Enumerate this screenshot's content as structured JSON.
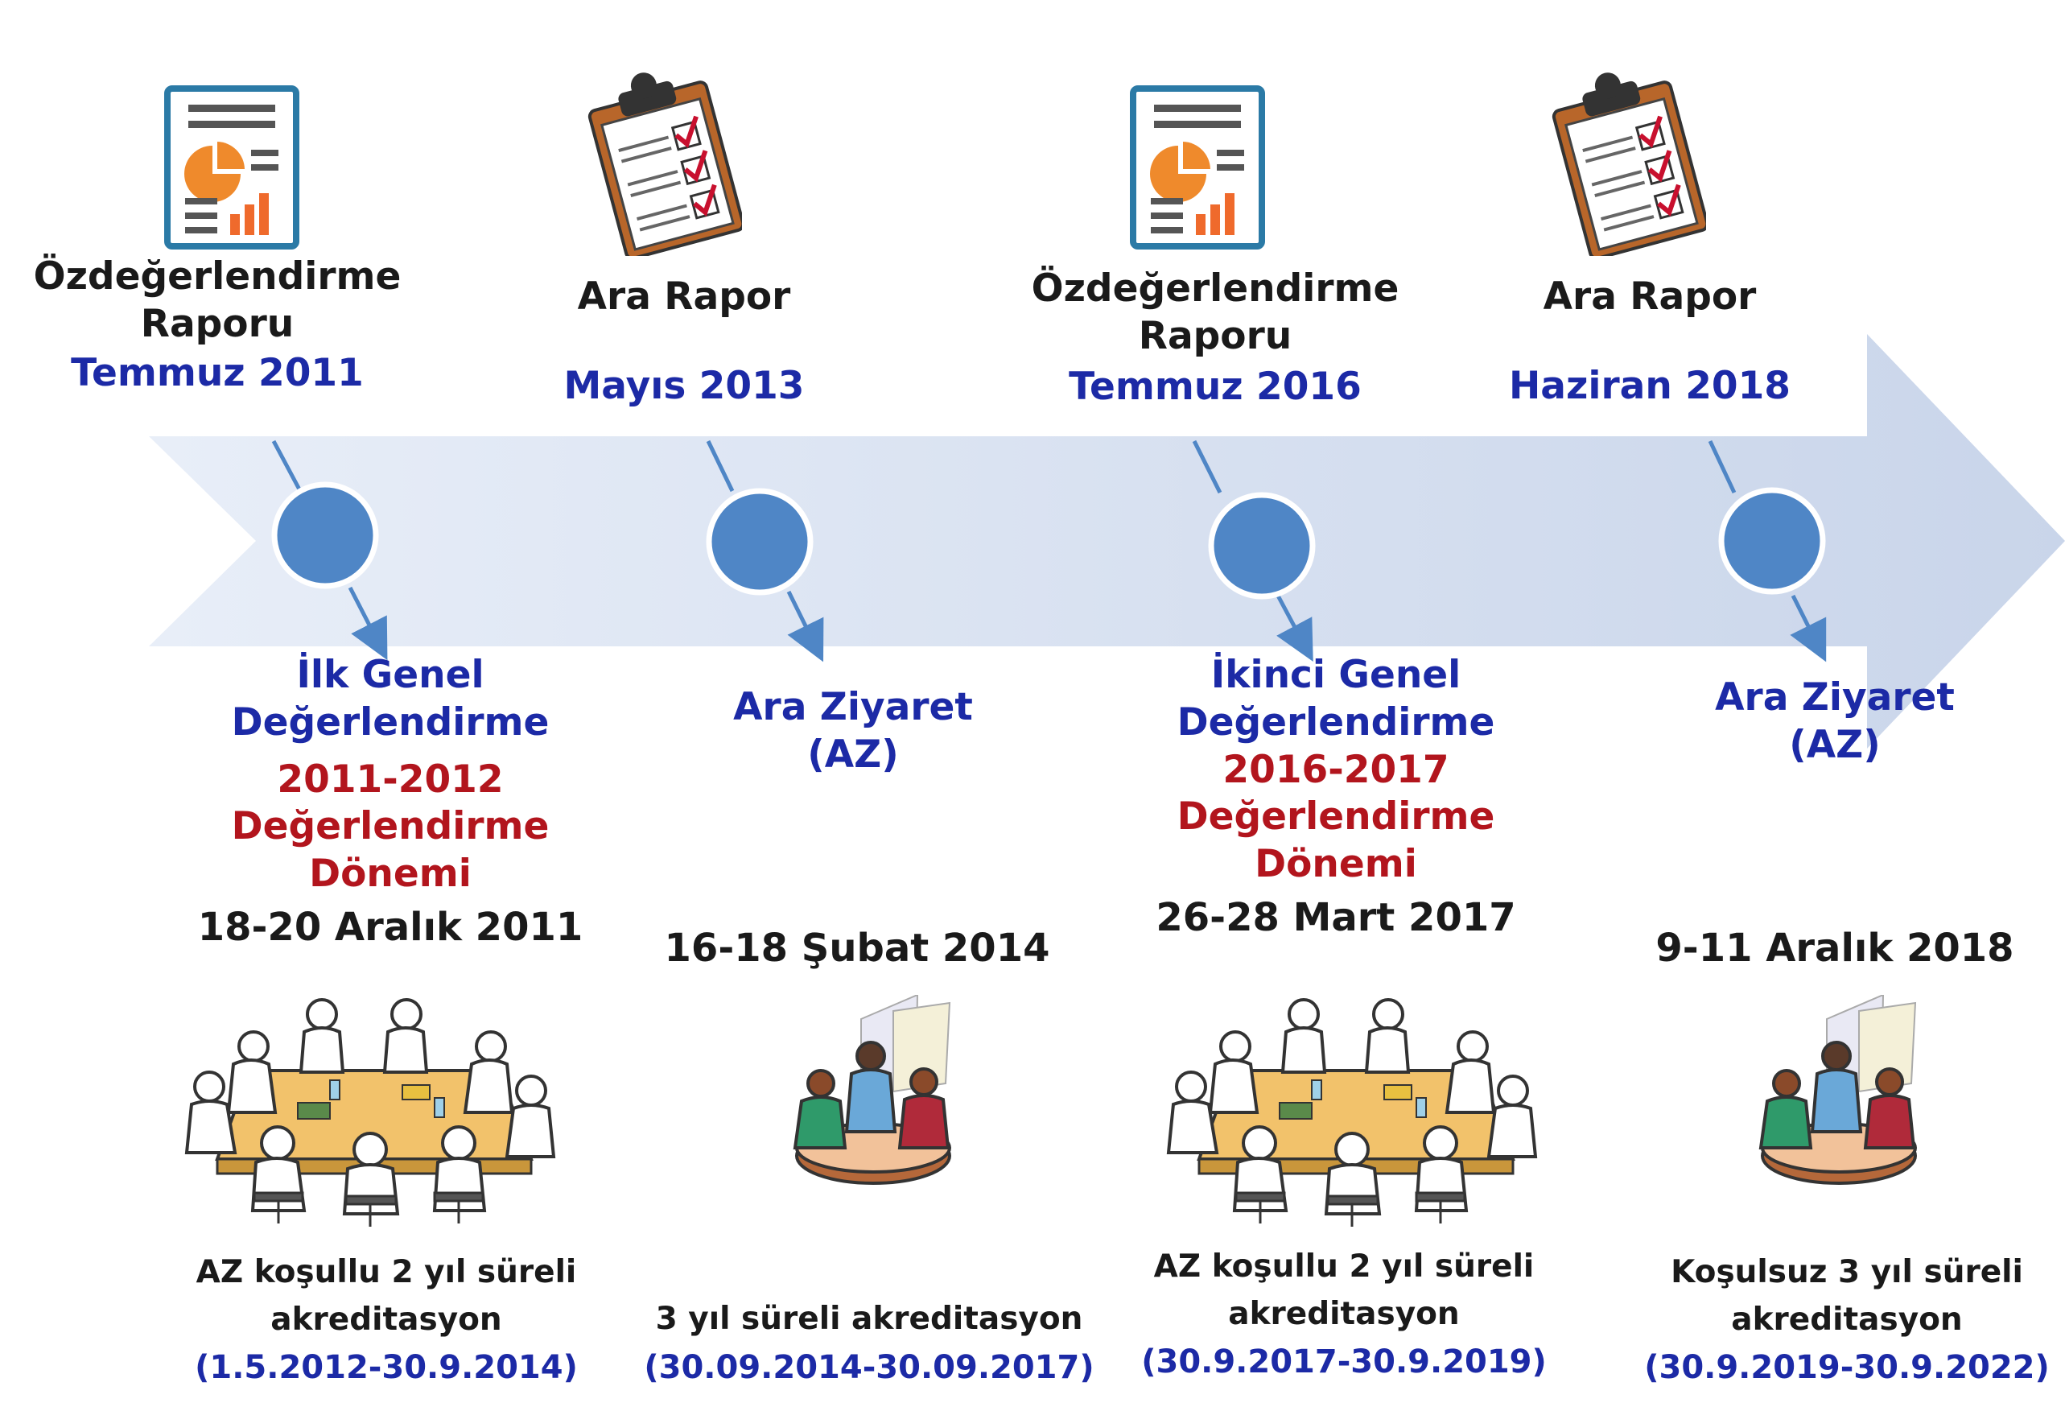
{
  "top": [
    {
      "title_line1": "Özdeğerlendirme",
      "title_line2": "Raporu",
      "date": "Temmuz 2011",
      "icon": "report-icon"
    },
    {
      "title_line1": "Ara Rapor",
      "title_line2": "",
      "date": "Mayıs 2013",
      "icon": "clipboard-checklist-icon"
    },
    {
      "title_line1": "Özdeğerlendirme",
      "title_line2": "Raporu",
      "date": "Temmuz 2016",
      "icon": "report-icon"
    },
    {
      "title_line1": "Ara Rapor",
      "title_line2": "",
      "date": "Haziran 2018",
      "icon": "clipboard-checklist-icon"
    }
  ],
  "bottom": [
    {
      "event_line1": "İlk Genel",
      "event_line2": "Değerlendirme",
      "period_line1": "2011-2012",
      "period_line2": "Değerlendirme",
      "period_line3": "Dönemi",
      "visit_date": "18-20 Aralık 2011",
      "result_line1": "AZ koşullu 2 yıl süreli",
      "result_line2": "akreditasyon",
      "result_range": "(1.5.2012-30.9.2014)",
      "icon": "large-meeting-icon"
    },
    {
      "event_line1": "Ara Ziyaret",
      "event_line2": "(AZ)",
      "visit_date": "16-18 Şubat 2014",
      "result_line1": "3 yıl süreli akreditasyon",
      "result_range": "(30.09.2014-30.09.2017)",
      "icon": "small-meeting-icon"
    },
    {
      "event_line1": "İkinci Genel",
      "event_line2": "Değerlendirme",
      "period_line1": "2016-2017",
      "period_line2": "Değerlendirme",
      "period_line3": "Dönemi",
      "visit_date": "26-28 Mart 2017",
      "result_line1": "AZ koşullu 2 yıl süreli",
      "result_line2": "akreditasyon",
      "result_range": "(30.9.2017-30.9.2019)",
      "icon": "large-meeting-icon"
    },
    {
      "event_line1": "Ara Ziyaret",
      "event_line2": "(AZ)",
      "visit_date": "9-11 Aralık 2018",
      "result_line1": "Koşulsuz 3 yıl süreli",
      "result_line2": "akreditasyon",
      "result_range": "(30.9.2019-30.9.2022)",
      "icon": "small-meeting-icon"
    }
  ],
  "colors": {
    "arrow": "#d2dced",
    "node": "#4f86c6",
    "node_border": "#ffffff",
    "connector": "#4f86c6",
    "title": "#1a1a1a",
    "date_blue": "#1c2aa6",
    "period_red": "#b2151d"
  }
}
